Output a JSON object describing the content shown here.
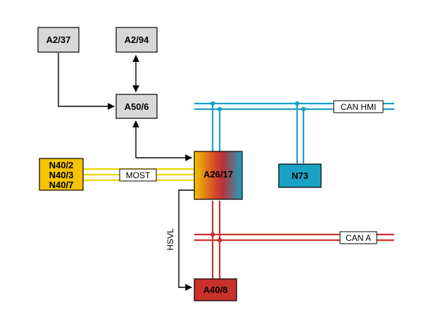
{
  "colors": {
    "gray_box": "#d8d8d8",
    "yellow_box": "#f4c400",
    "blue_box": "#1aa1c4",
    "red_box": "#c9312b",
    "can_hmi_line": "#1aa1c4",
    "can_a_line": "#c9312b",
    "most_line": "#f4d400",
    "gradient_left": "#f2c200",
    "gradient_mid": "#c93a2e",
    "gradient_right": "#1aa1c4"
  },
  "nodes": {
    "a2_37": "A2/37",
    "a2_94": "A2/94",
    "a50_6": "A50/6",
    "a26_17": "A26/17",
    "n73": "N73",
    "a40_8": "A40/8",
    "n40": [
      "N40/2",
      "N40/3",
      "N40/7"
    ]
  },
  "bus_labels": {
    "most": "MOST",
    "can_hmi": "CAN HMI",
    "can_a": "CAN A",
    "hsvl": "HSVL"
  }
}
